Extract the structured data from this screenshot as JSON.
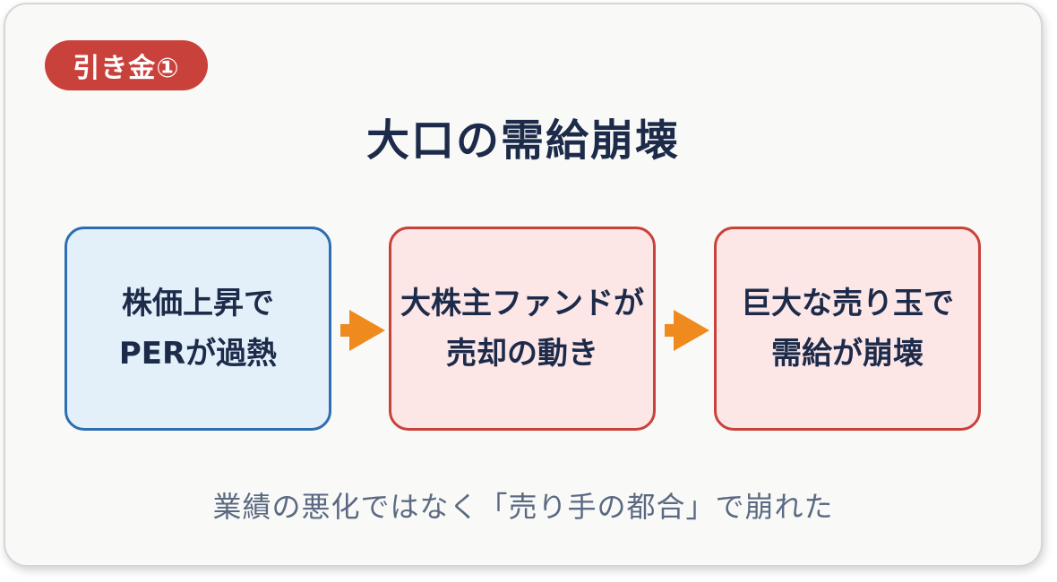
{
  "badge": {
    "label": "引き金①"
  },
  "title": "大口の需給崩壊",
  "steps": [
    {
      "line1": "株価上昇で",
      "line2": "PERが過熱"
    },
    {
      "line1": "大株主ファンドが",
      "line2": "売却の動き"
    },
    {
      "line1": "巨大な売り玉で",
      "line2": "需給が崩壊"
    }
  ],
  "caption": "業績の悪化ではなく「売り手の都合」で崩れた",
  "colors": {
    "accent_red": "#c9413b",
    "accent_blue": "#2e6db0",
    "arrow": "#ef8a1e",
    "title_text": "#1d2b4a",
    "caption_text": "#5b6a82"
  },
  "icons": {
    "connector": "arrow-right-icon"
  }
}
